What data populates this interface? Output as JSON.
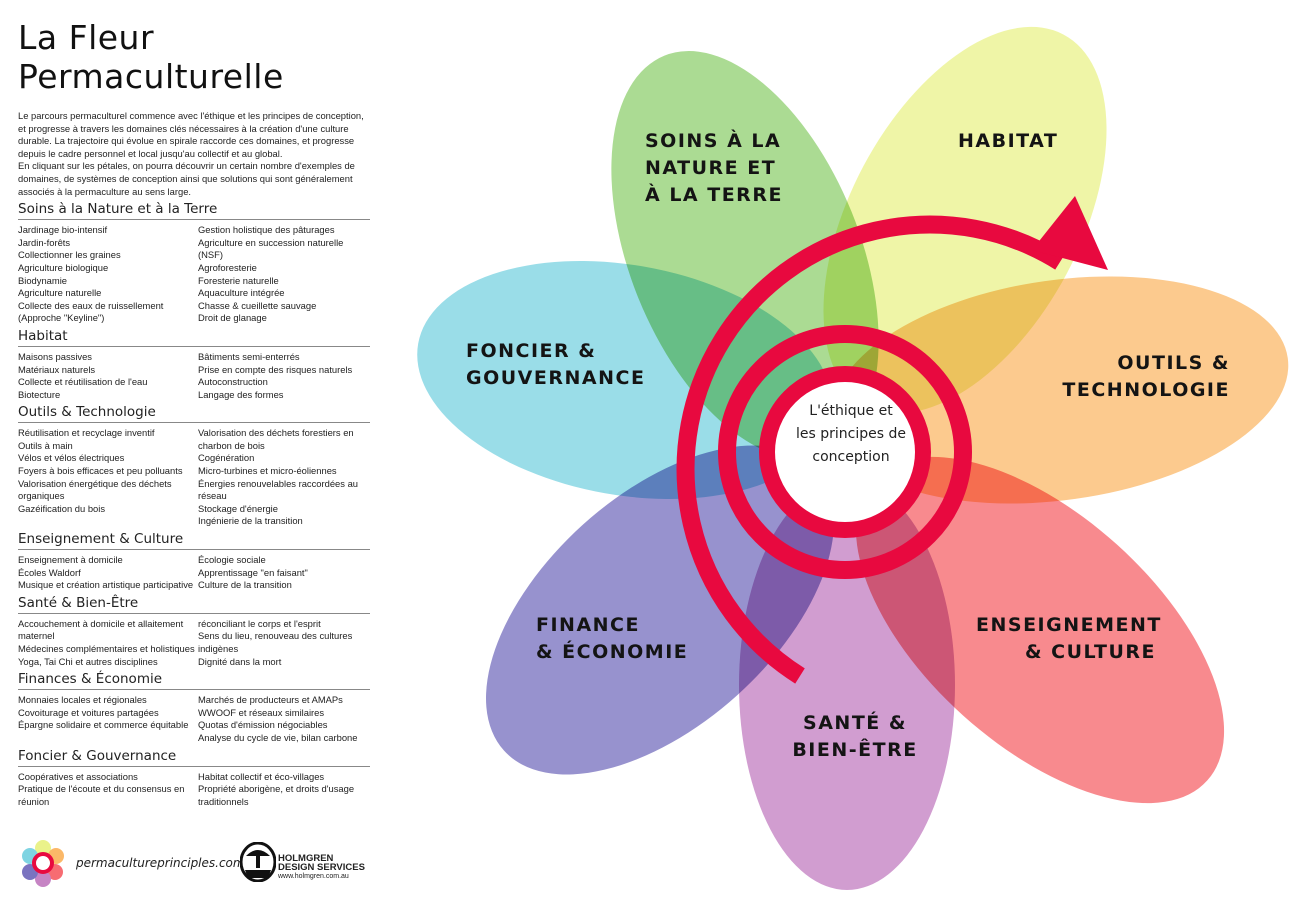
{
  "title": "La Fleur Permaculturelle",
  "intro": "Le parcours permaculturel commence avec l'éthique et les principes de conception, et progresse à travers les domaines clés nécessaires à la création d'une culture durable. La trajectoire qui évolue en spirale raccorde ces domaines, et progresse depuis le cadre personnel et local jusqu'au collectif et au global.",
  "intro2": "En cliquant sur les pétales, on pourra découvrir un certain nombre d'exemples de domaines, de systèmes de conception ainsi que solutions qui sont généralement associés à la permaculture au sens large.",
  "sections": [
    {
      "title": "Soins à la Nature et à la Terre",
      "col1": [
        "Jardinage bio-intensif",
        "Jardin-forêts",
        "Collectionner les graines",
        "Agriculture biologique",
        "Biodynamie",
        "Agriculture naturelle",
        "Collecte des eaux de ruissellement (Approche \"Keyline\")"
      ],
      "col2": [
        "Gestion holistique des pâturages",
        "Agriculture en succession naturelle (NSF)",
        "Agroforesterie",
        "Foresterie naturelle",
        "Aquaculture intégrée",
        "Chasse & cueillette sauvage",
        "Droit de glanage"
      ]
    },
    {
      "title": "Habitat",
      "col1": [
        "Maisons passives",
        "Matériaux naturels",
        "Collecte et réutilisation de l'eau",
        "Biotecture"
      ],
      "col2": [
        "Bâtiments semi-enterrés",
        "Prise en compte des risques naturels",
        "Autoconstruction",
        "Langage des formes"
      ]
    },
    {
      "title": "Outils & Technologie",
      "col1": [
        "Réutilisation et recyclage inventif",
        "Outils à main",
        "Vélos et vélos électriques",
        "Foyers à bois efficaces et peu polluants",
        "Valorisation énergétique des déchets organiques",
        "Gazéification du bois"
      ],
      "col2": [
        "Valorisation des déchets forestiers en charbon de bois",
        "Cogénération",
        "Micro-turbines et micro-éoliennes",
        "Énergies renouvelables raccordées au réseau",
        "Stockage d'énergie",
        "Ingénierie de la transition"
      ]
    },
    {
      "title": "Enseignement & Culture",
      "col1": [
        "Enseignement à domicile",
        "Écoles Waldorf",
        "Musique et création artistique participative"
      ],
      "col2": [
        "Écologie sociale",
        "Apprentissage \"en faisant\"",
        "Culture de la transition"
      ]
    },
    {
      "title": "Santé & Bien-Être",
      "col1": [
        "Accouchement à domicile et allaitement maternel",
        "Médecines complémentaires et holistiques",
        "Yoga, Tai Chi et autres disciplines"
      ],
      "col2": [
        "réconciliant le corps et l'esprit",
        "Sens du lieu, renouveau des cultures indigènes",
        "Dignité dans la mort"
      ]
    },
    {
      "title": "Finances & Économie",
      "col1": [
        "Monnaies locales et régionales",
        "Covoiturage et voitures partagées",
        "Épargne solidaire et commerce équitable"
      ],
      "col2": [
        "Marchés de producteurs et AMAPs",
        "WWOOF et réseaux similaires",
        "Quotas d'émission négociables",
        "Analyse du cycle de vie, bilan carbone"
      ]
    },
    {
      "title": "Foncier & Gouvernance",
      "col1": [
        "Coopératives et associations",
        "Pratique de l'écoute et du consensus en réunion"
      ],
      "col2": [
        "Habitat collectif et éco-villages",
        "Propriété aborigène, et droits d'usage traditionnels"
      ]
    }
  ],
  "footer": {
    "site": "permacultureprinciples.com",
    "hds_name_1": "HOLMGREN",
    "hds_name_2": "DESIGN SERVICES",
    "hds_url": "www.holmgren.com.au"
  },
  "petals": {
    "soins": {
      "l1": "SOINS À LA",
      "l2": "NATURE ET",
      "l3": "À LA TERRE",
      "color": "#8fcf6e"
    },
    "habitat": {
      "l1": "HABITAT",
      "color": "#eaf28a"
    },
    "outils": {
      "l1": "OUTILS &",
      "l2": "TECHNOLOGIE",
      "color": "#fbb868"
    },
    "enseignement": {
      "l1": "ENSEIGNEMENT",
      "l2": "& CULTURE",
      "color": "#f76c72"
    },
    "sante": {
      "l1": "SANTÉ &",
      "l2": "BIEN-ÊTRE",
      "color": "#c684c4"
    },
    "finance": {
      "l1": "FINANCE",
      "l2": "& ÉCONOMIE",
      "color": "#7a73c0"
    },
    "foncier": {
      "l1": "FONCIER &",
      "l2": "GOUVERNANCE",
      "color": "#7ed4e2"
    }
  },
  "center": {
    "l1": "L'éthique et",
    "l2": "les principes de",
    "l3": "conception"
  },
  "spiral_color": "#e8093f"
}
